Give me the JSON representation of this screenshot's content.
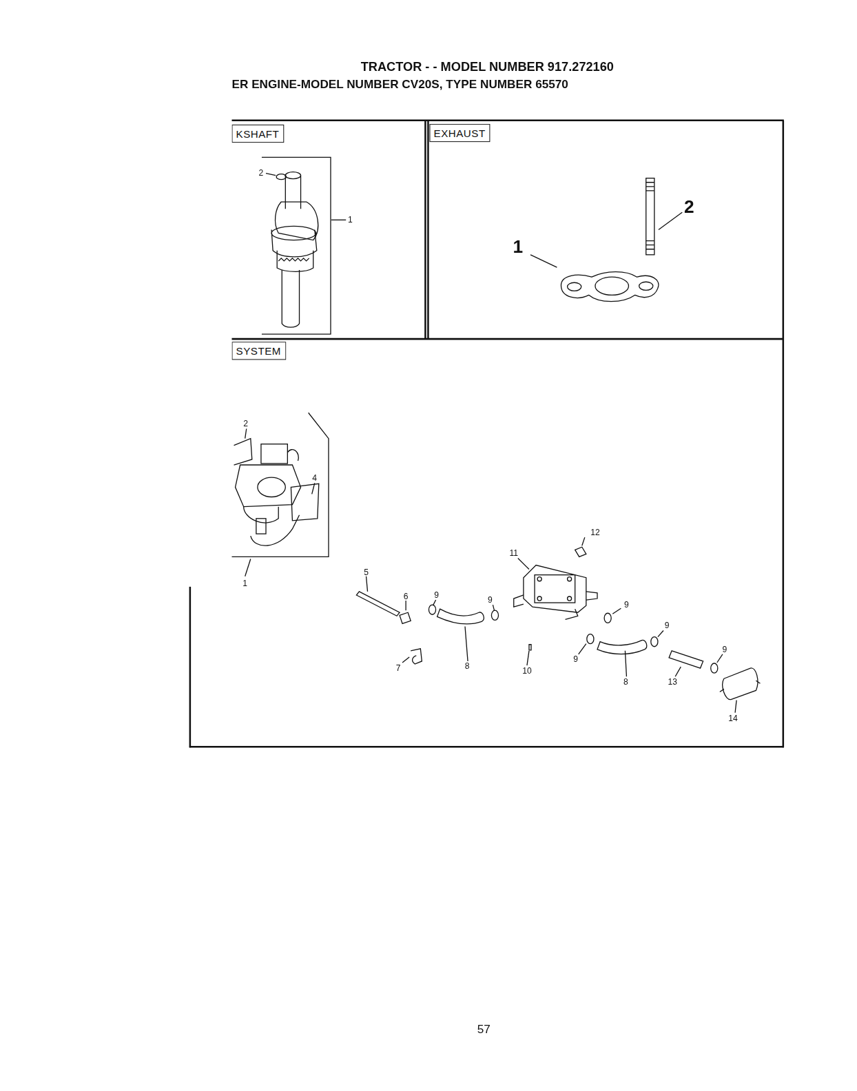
{
  "diagram": {
    "title": "TRACTOR - - MODEL NUMBER 917.272160",
    "nodes": [
      {
        "text": [
          "KSHAFT"
        ]
      },
      {
        "text": [
          "EXHAUST"
        ]
      },
      {
        "text": [
          "SYSTEM"
        ]
      }
    ],
    "labels": [
      "ER ENGINE-MODEL NUMBER CV20S, TYPE NUMBER 65570",
      "2",
      "1",
      "1",
      "2",
      "2",
      "4",
      "1",
      "12",
      "11",
      "5",
      "6",
      "9",
      "9",
      "9",
      "7",
      "8",
      "10",
      "9",
      "9",
      "8",
      "13",
      "9",
      "14",
      "57"
    ]
  }
}
